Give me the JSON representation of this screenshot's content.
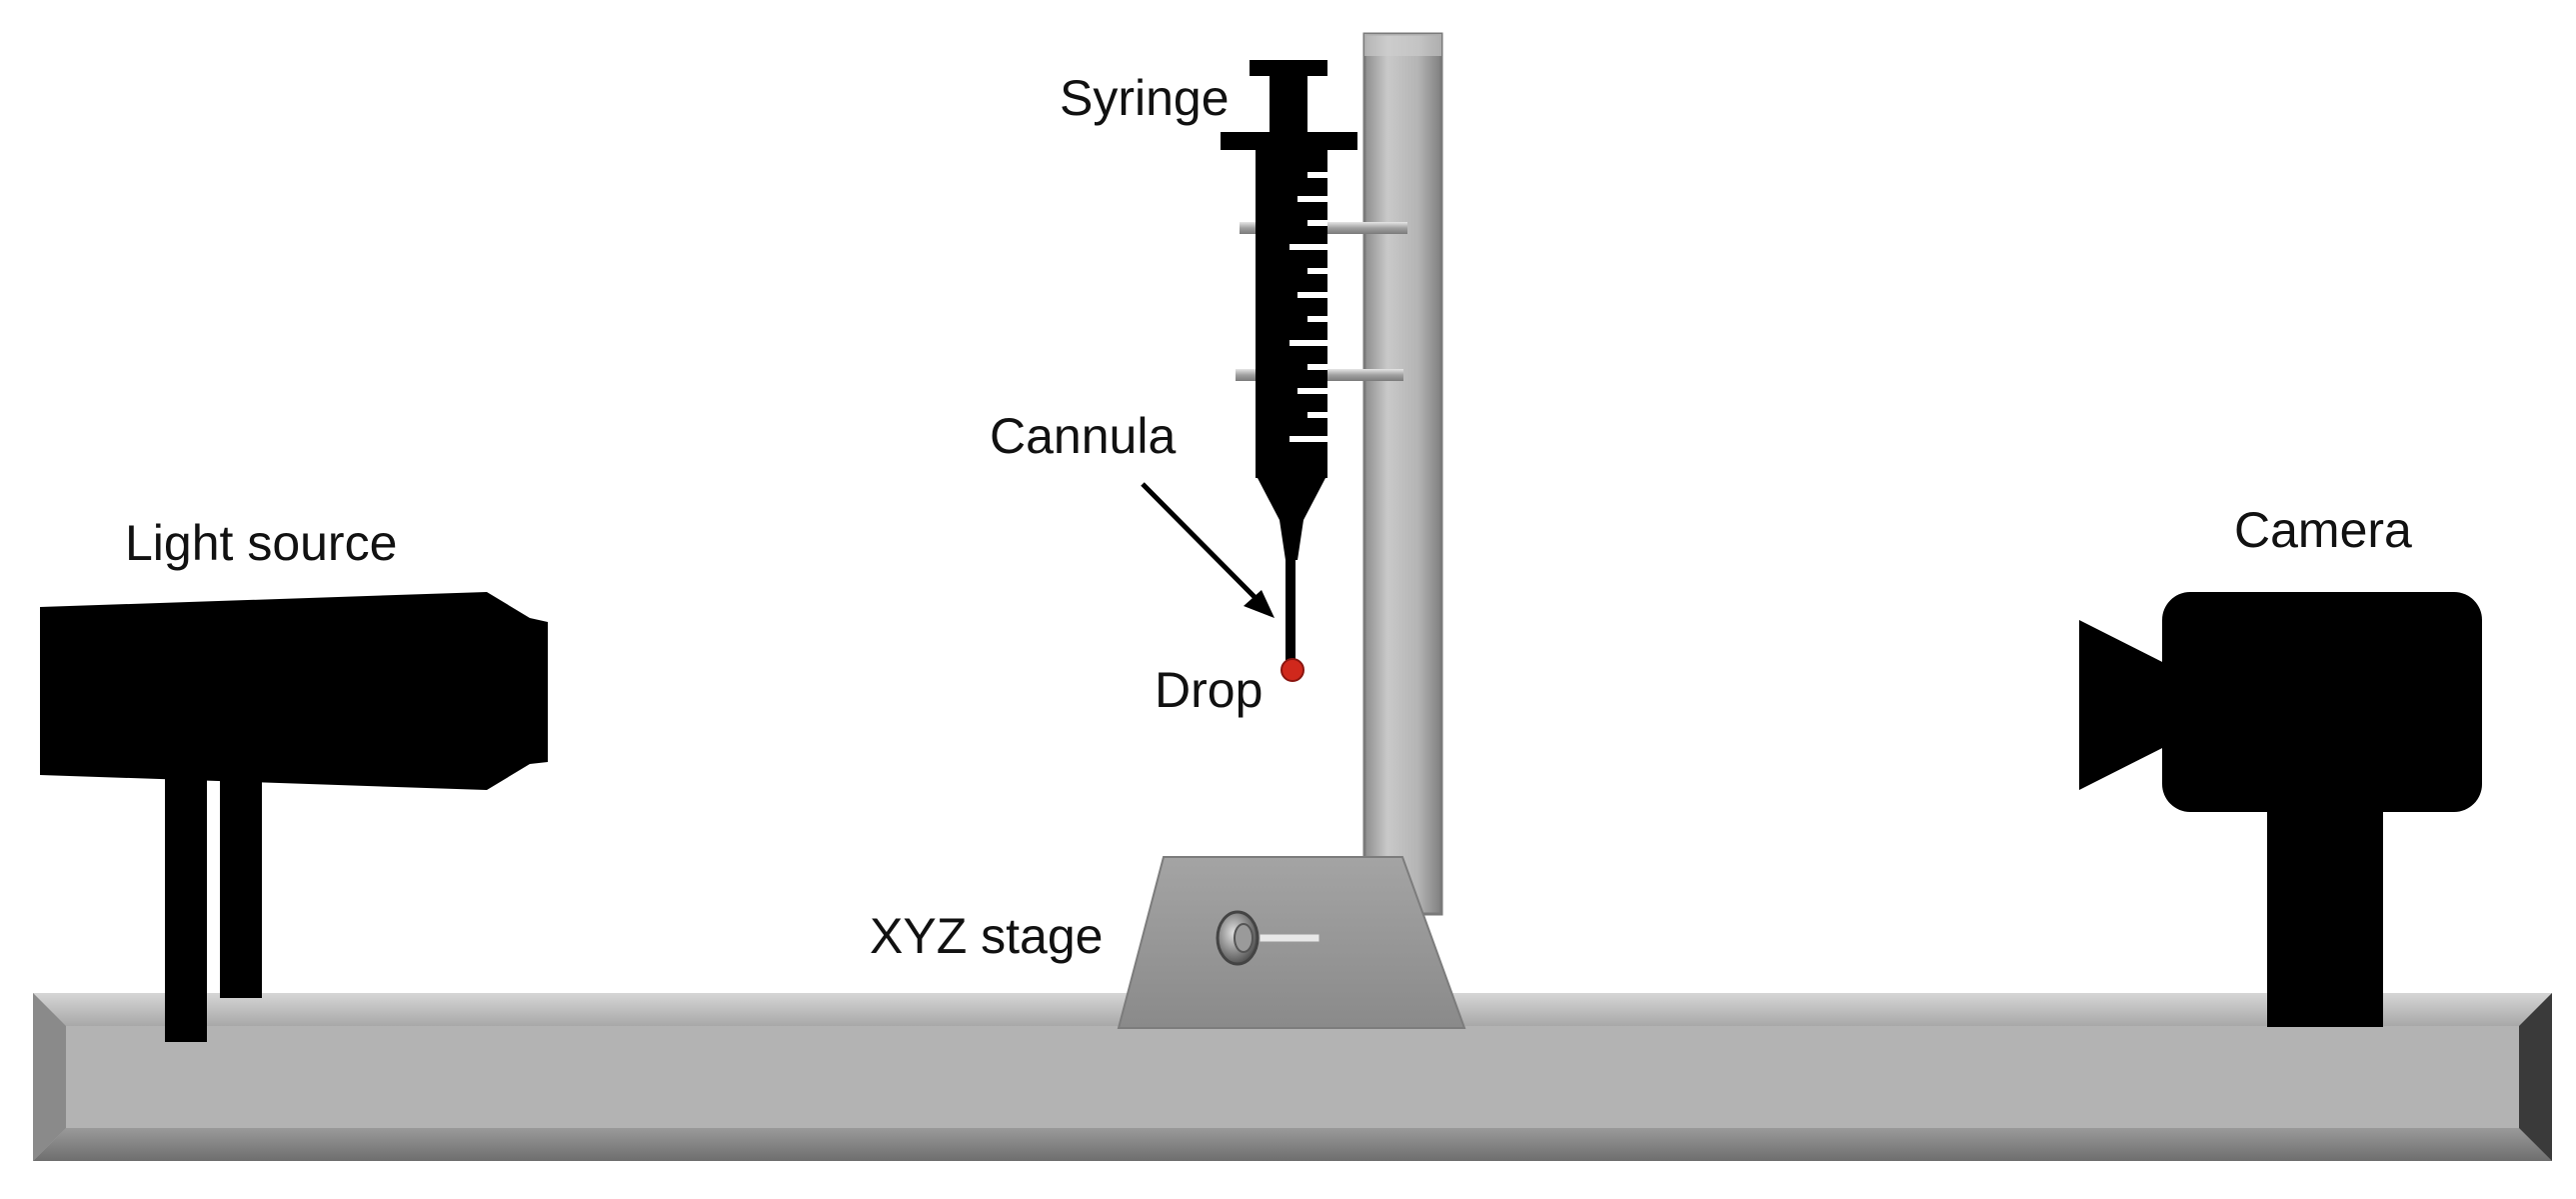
{
  "diagram": {
    "labels": {
      "syringe": "Syringe",
      "cannula": "Cannula",
      "drop": "Drop",
      "light_source": "Light source",
      "camera": "Camera",
      "xyz_stage": "XYZ stage"
    },
    "colors": {
      "equipment": "#000000",
      "rail": "#b3b3b3",
      "stage": "#9a9a9a",
      "drop": "#d0281c"
    }
  }
}
